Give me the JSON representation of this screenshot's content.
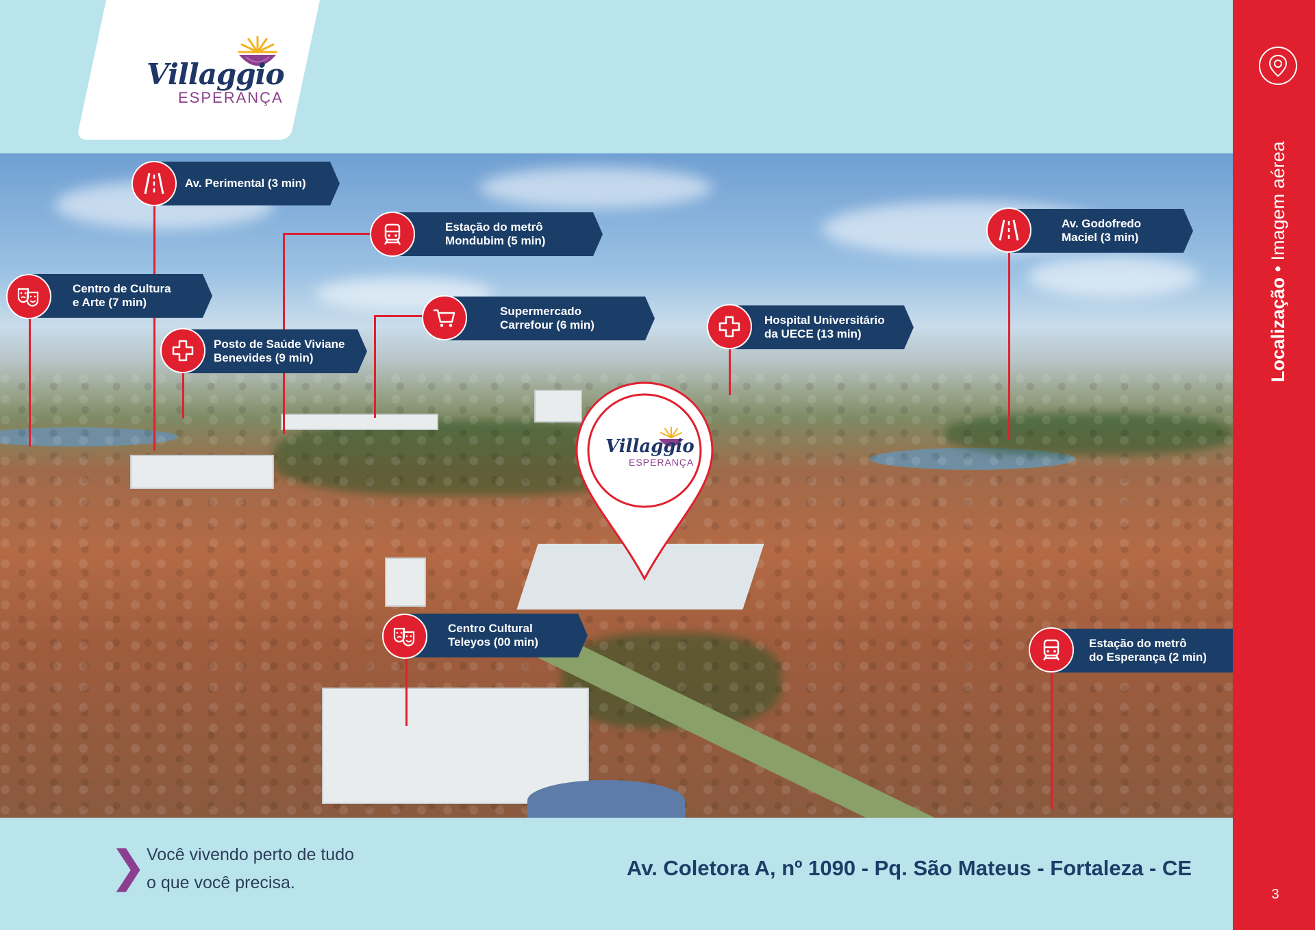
{
  "logo": {
    "script": "Villaggio",
    "sub": "ESPERANÇA"
  },
  "callouts": {
    "perimetral": "Av. Perimental (3 min)",
    "metro_mondubim_1": "Estação do metrô",
    "metro_mondubim_2": "Mondubim (5 min)",
    "godofredo_1": "Av. Godofredo",
    "godofredo_2": "Maciel (3 min)",
    "cultura_1": "Centro de Cultura",
    "cultura_2": "e Arte (7 min)",
    "carrefour_1": "Supermercado",
    "carrefour_2": "Carrefour (6 min)",
    "hospital_1": "Hospital Universitário",
    "hospital_2": "da UECE (13 min)",
    "posto_1": "Posto de Saúde Viviane",
    "posto_2": "Benevides (9 min)",
    "teleyos_1": "Centro Cultural",
    "teleyos_2": "Teleyos (00 min)",
    "metro_esperanca_1": "Estação do metrô",
    "metro_esperanca_2": "do Esperança (2 min)"
  },
  "footer": {
    "tagline_1": "Você vivendo perto de tudo",
    "tagline_2": "o que você precisa.",
    "address": "Av. Coletora A, nº 1090 - Pq. São Mateus - Fortaleza - CE"
  },
  "sidebar": {
    "title_bold": "Localização",
    "separator": " • ",
    "title_light": "Imagem aérea",
    "page_number": "3",
    "icon": "location-pin-icon"
  },
  "colors": {
    "red": "#e0202e",
    "navy": "#1b3e68",
    "purple": "#8c3f8e",
    "sky": "#b9e4ec"
  }
}
